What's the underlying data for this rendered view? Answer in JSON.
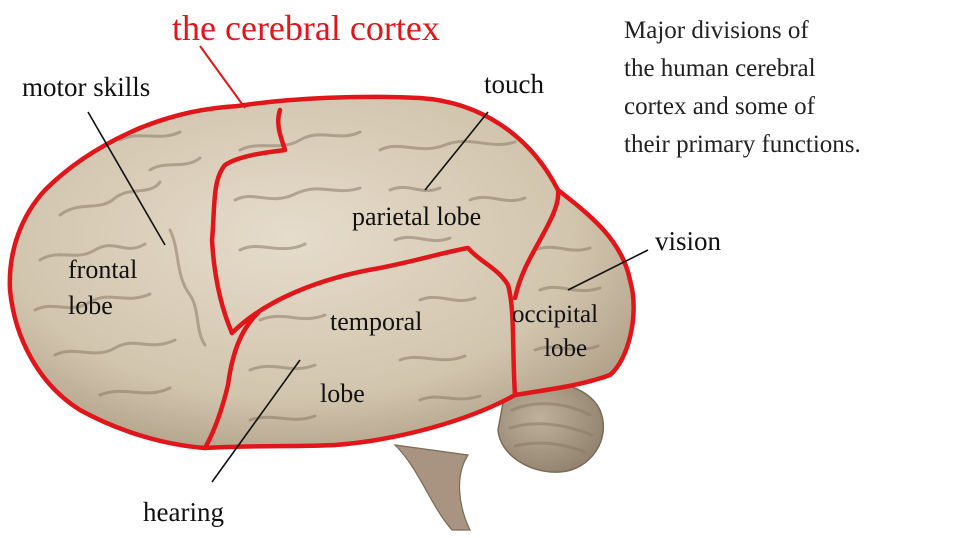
{
  "title": "the cerebral cortex",
  "caption": [
    "Major divisions of",
    "the human cerebral",
    "cortex and some of",
    "their primary functions."
  ],
  "lobes": {
    "frontal": [
      "frontal",
      "lobe"
    ],
    "parietal": [
      "parietal lobe"
    ],
    "temporal": [
      "temporal",
      "lobe"
    ],
    "occipital": [
      "occipital",
      "lobe"
    ]
  },
  "functions": {
    "motor": "motor skills",
    "touch": "touch",
    "vision": "vision",
    "hearing": "hearing"
  },
  "colors": {
    "accent": "#e0161b",
    "brain_fill": "#d9ccb7",
    "brain_shadow": "#b5a68f",
    "cerebellum": "#a89882",
    "text": "#111111"
  }
}
